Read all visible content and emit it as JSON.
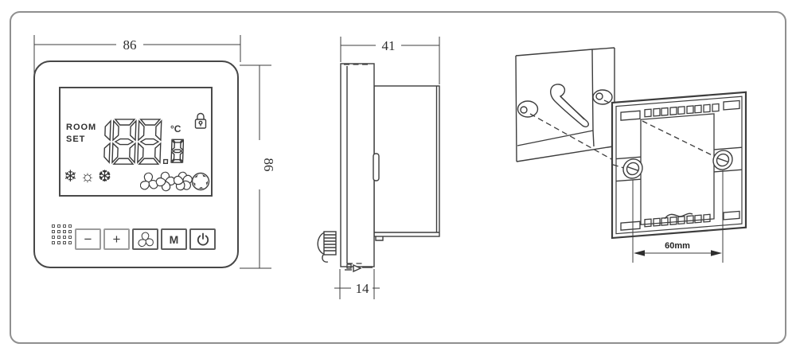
{
  "drawing": {
    "title": "thermostat dimension and installation drawing"
  },
  "dimensions": {
    "front_width": "86",
    "front_height": "86",
    "depth": "41",
    "panel_depth": "14",
    "screw_spacing": "60mm"
  },
  "lcd": {
    "room_label": "ROOM",
    "set_label": "SET",
    "display_value": "188.8",
    "unit": "°C",
    "icons": {
      "lock": "padlock",
      "modes": [
        {
          "name": "snowflake-icon",
          "glyph": "❄"
        },
        {
          "name": "sun-icon",
          "glyph": "☼"
        },
        {
          "name": "frost-icon",
          "glyph": "❆"
        }
      ],
      "fan_speeds": [
        "fan-speed-low",
        "fan-speed-mid",
        "fan-speed-high",
        "fan-speed-auto"
      ]
    }
  },
  "buttons": {
    "minus": "−",
    "plus": "+",
    "fan": "fan-icon",
    "mode": "M",
    "power": "power-icon"
  }
}
